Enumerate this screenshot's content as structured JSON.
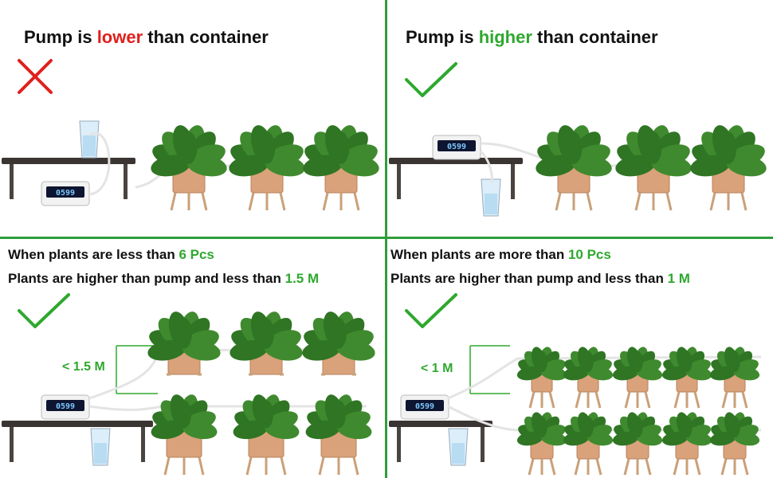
{
  "panels": {
    "top_left": {
      "title_prefix": "Pump is ",
      "title_highlight": "lower",
      "title_suffix": " than container",
      "pump_display": "0599",
      "status_icon": "cross-icon"
    },
    "top_right": {
      "title_prefix": "Pump is ",
      "title_highlight": "higher",
      "title_suffix": " than container",
      "pump_display": "0599",
      "status_icon": "check-icon"
    },
    "bottom_left": {
      "line1_prefix": "When plants are less than ",
      "line1_highlight": "6 Pcs",
      "line2_prefix": "Plants are higher than pump and less than ",
      "line2_highlight": "1.5 M",
      "measure_label": "< 1.5 M",
      "pump_display": "0599",
      "status_icon": "check-icon"
    },
    "bottom_right": {
      "line1_prefix": "When plants are more than ",
      "line1_highlight": "10 Pcs",
      "line2_prefix": "Plants are higher than pump and less than ",
      "line2_highlight": "1 M",
      "measure_label": "< 1 M",
      "pump_display": "0599",
      "status_icon": "check-icon"
    }
  },
  "colors": {
    "divider": "#2e9e3a",
    "wrong": "#e0201c",
    "right": "#2ea82e",
    "pot": "#d9a27a",
    "leaf": "#3f8a2e"
  }
}
